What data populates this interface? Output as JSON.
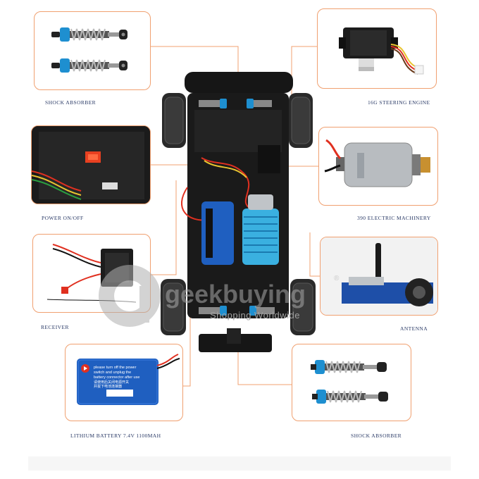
{
  "labels": {
    "shock_absorber_top": "SHOCK ABSORBER",
    "steering_engine": "16G STEERING ENGINE",
    "power": "POWER ON/OFF",
    "electric_machinery": "390 ELECTRIC MACHINERY",
    "receiver": "RECEIVER",
    "antenna": "ANTENNA",
    "battery": "LITHIUM BATTERY 7.4V 1100MAH",
    "shock_absorber_bottom": "SHOCK ABSORBER"
  },
  "battery_sticker": {
    "line1": "please turn off the power",
    "line2": "switch and unplug the",
    "line3": "battery connector after use",
    "line4": "请使用后关闭电源开关",
    "line5": "并拔下电池连接器"
  },
  "watermark": {
    "brand": "geekbuying",
    "registered": "®",
    "tagline": "Shopping Worldwide"
  },
  "colors": {
    "panel_border": "#f0a070",
    "leader_line": "#f0a070",
    "label_text": "#2a3a66",
    "shock_blue": "#1e8fd0",
    "battery_blue": "#1f5fc0",
    "chassis": "#1a1a1a"
  }
}
